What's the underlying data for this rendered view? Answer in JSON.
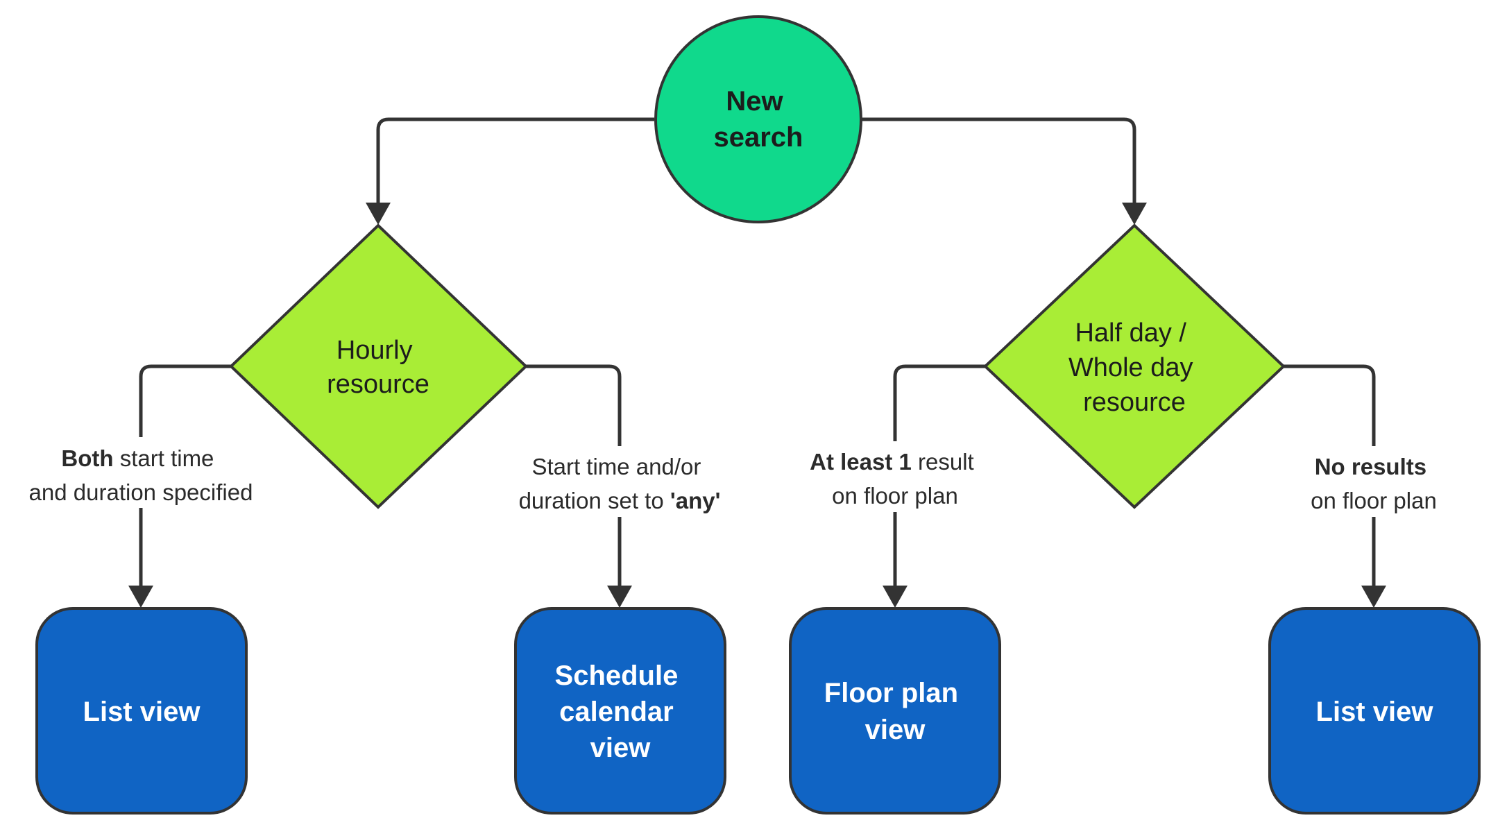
{
  "start": {
    "label_lines": [
      "New",
      "search"
    ],
    "color": "#10d98c"
  },
  "decisions": {
    "hourly": {
      "label_lines": [
        "Hourly",
        "resource"
      ],
      "color": "#a9ed36"
    },
    "halfday": {
      "label_lines": [
        "Half day /",
        "Whole day",
        "resource"
      ],
      "color": "#a9ed36"
    }
  },
  "edges": {
    "hourly_list": {
      "line1_bold": "Both",
      "line1_rest": " start time",
      "line2": "and duration specified"
    },
    "hourly_schedule": {
      "line1": "Start time and/or",
      "line2_pre": "duration set to ",
      "line2_bold": "'any'"
    },
    "halfday_floor": {
      "line1_bold": "At least 1",
      "line1_rest": " result",
      "line2": "on floor plan"
    },
    "halfday_list": {
      "line1_bold": "No results",
      "line2": "on floor plan"
    }
  },
  "outcomes": {
    "list_view_1": {
      "label_lines": [
        "List view"
      ]
    },
    "schedule_calendar_view": {
      "label_lines": [
        "Schedule",
        "calendar",
        "view"
      ]
    },
    "floor_plan_view": {
      "label_lines": [
        "Floor plan",
        "view"
      ]
    },
    "list_view_2": {
      "label_lines": [
        "List view"
      ]
    }
  },
  "colors": {
    "outcome_fill": "#1064c4",
    "stroke": "#333333"
  }
}
